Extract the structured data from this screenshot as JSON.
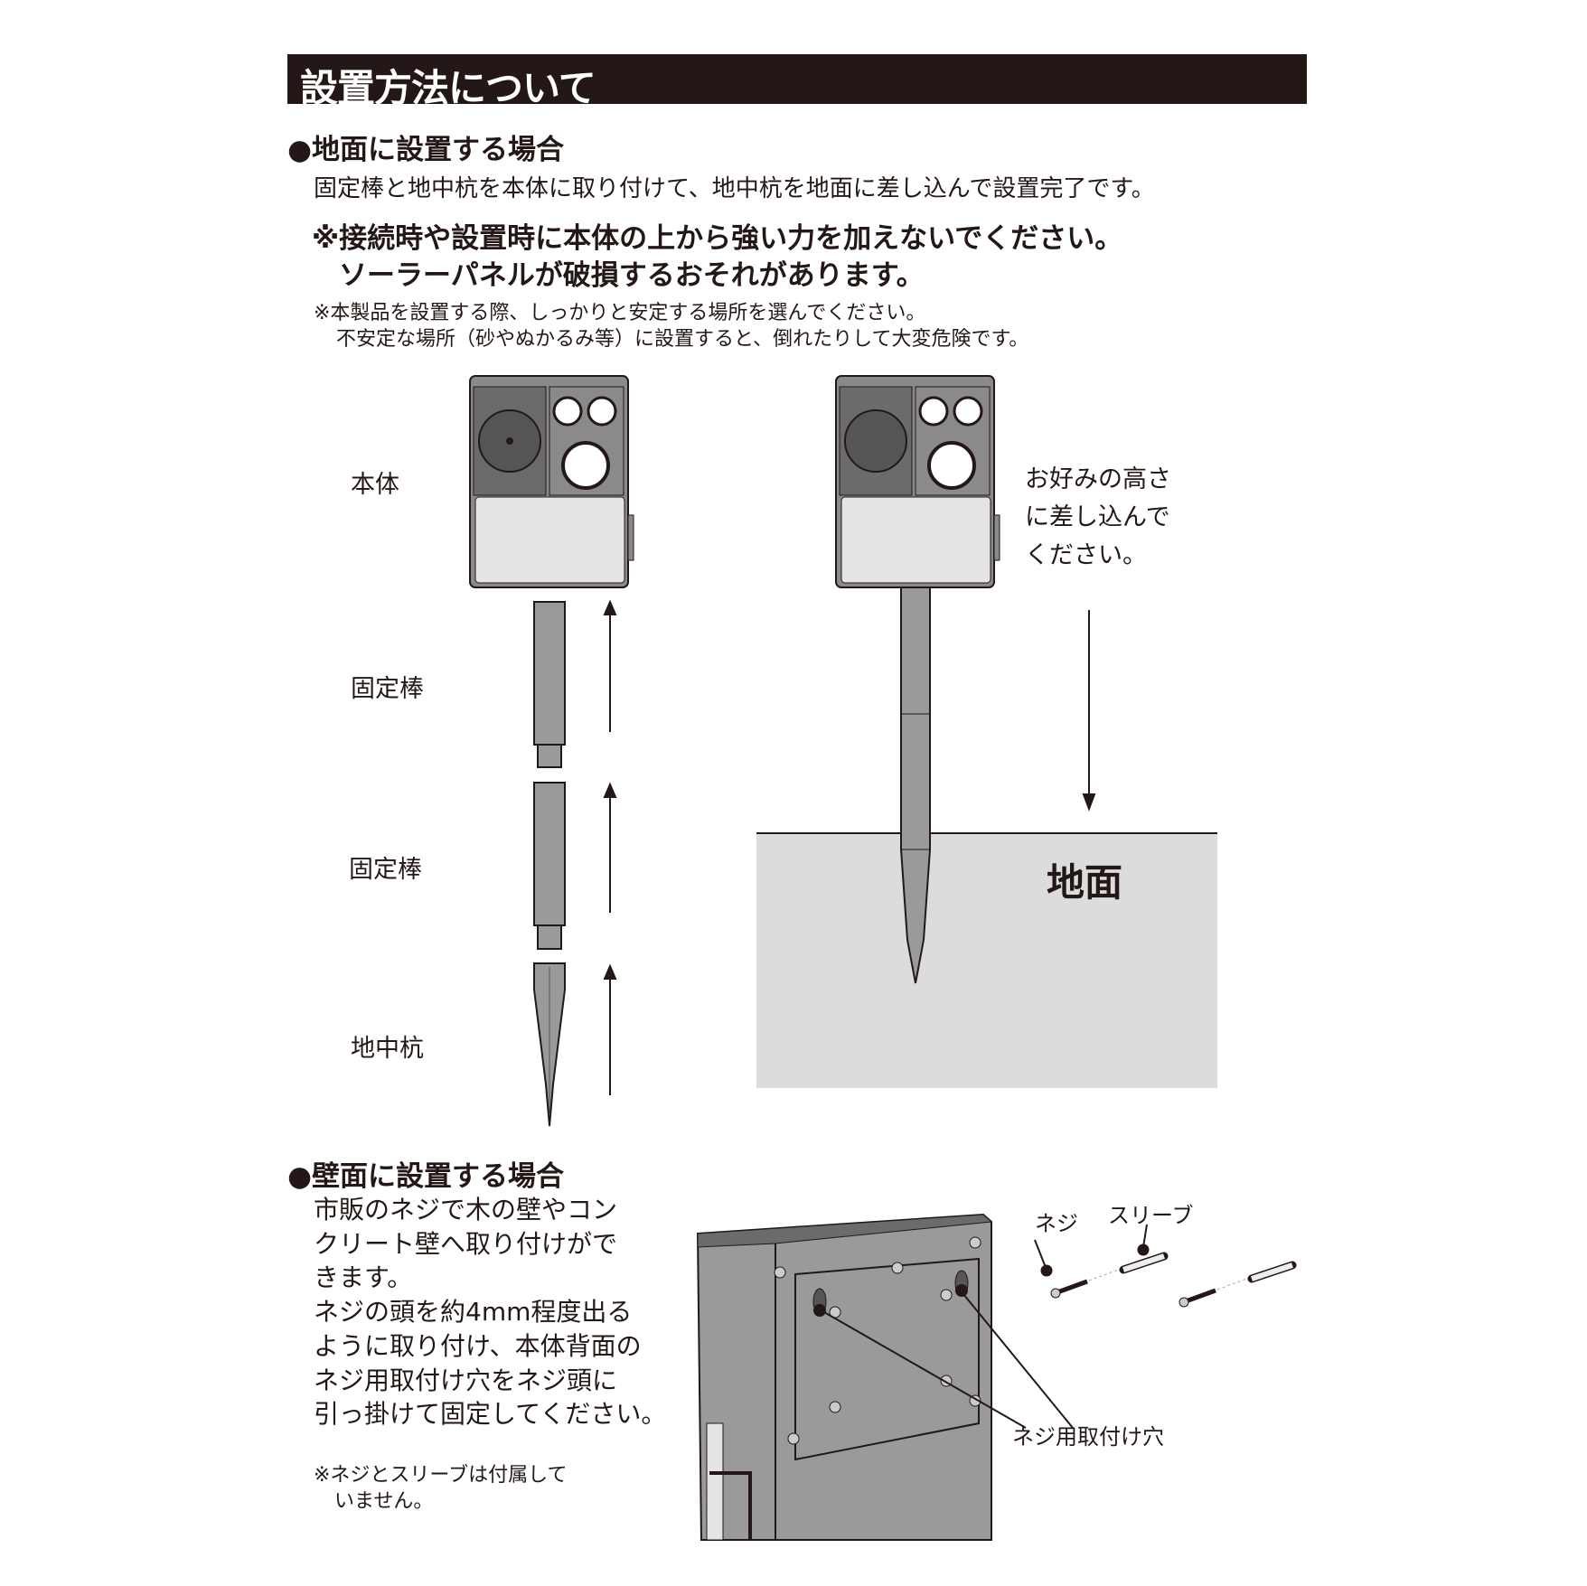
{
  "title": "設置方法について",
  "ground_section": {
    "heading": "●地面に設置する場合",
    "body": "固定棒と地中杭を本体に取り付けて、地中杭を地面に差し込んで設置完了です。",
    "warning_line1": "※接続時や設置時に本体の上から強い力を加えないでください。",
    "warning_line2": "ソーラーパネルが破損するおそれがあります。",
    "note_line1": "※本製品を設置する際、しっかりと安定する場所を選んでください。",
    "note_line2": "不安定な場所（砂やぬかるみ等）に設置すると、倒れたりして大変危険です。",
    "labels": {
      "body_unit": "本体",
      "rod1": "固定棒",
      "rod2": "固定棒",
      "stake": "地中杭",
      "insert_line1": "お好みの高さ",
      "insert_line2": "に差し込んで",
      "insert_line3": "ください。",
      "ground": "地面"
    }
  },
  "wall_section": {
    "heading": "●壁面に設置する場合",
    "lines": [
      "市販のネジで木の壁やコン",
      "クリート壁へ取り付けがで",
      "きます。",
      "ネジの頭を約4mm程度出る",
      "ように取り付け、本体背面の",
      "ネジ用取付け穴をネジ頭に",
      "引っ掛けて固定してください。"
    ],
    "note_line1": "※ネジとスリーブは付属して",
    "note_line2": "いません。",
    "labels": {
      "screw": "ネジ",
      "sleeve": "スリーブ",
      "mount_hole": "ネジ用取付け穴"
    }
  },
  "colors": {
    "dark": "#231815",
    "device_gray": "#9a9a9a",
    "ground_gray": "#dcdcdc"
  }
}
